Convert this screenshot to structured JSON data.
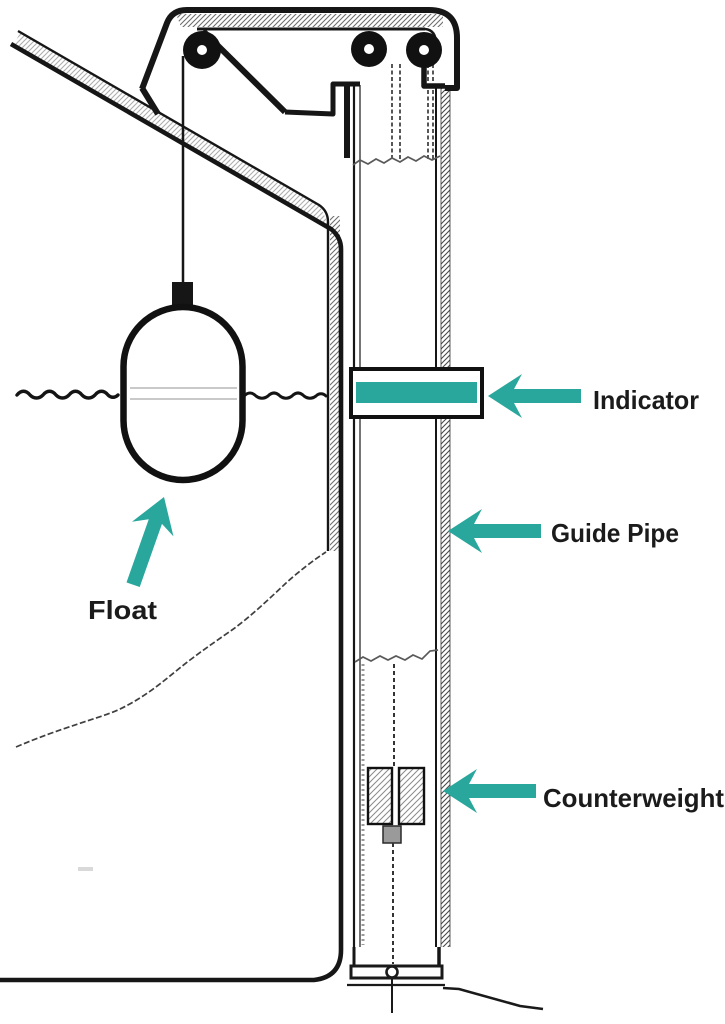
{
  "diagram": {
    "labels": {
      "float": "Float",
      "indicator": "Indicator",
      "guide_pipe": "Guide Pipe",
      "counterweight": "Counterweight"
    },
    "colors": {
      "accent_teal": "#29a79c",
      "ink": "#161616",
      "background": "#ffffff"
    }
  }
}
